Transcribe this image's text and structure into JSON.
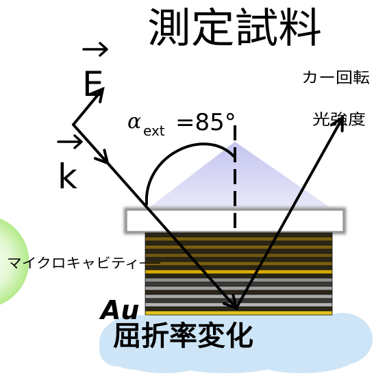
{
  "title": "測定試料",
  "kerr_label": {
    "line1": "カー回転",
    "line2": "光強度"
  },
  "vectors": {
    "e": "E",
    "k": "k"
  },
  "angle": {
    "symbol": "α",
    "subscript": "ext",
    "value": "=85°"
  },
  "microcavity_label": "マイクロキャビティ",
  "au_label": "Au",
  "refractive_label": "屈折率変化",
  "colors": {
    "prism_top": "#c4c4f0",
    "prism_bottom": "#e8e8f9",
    "cloud": "#cde5f6",
    "green_edge": "#b3ea88",
    "green_mid": "#e4f8d4",
    "slide_border": "#9c9c9c",
    "stack_layers": [
      "#2b2716",
      "#7b5f10",
      "#2b2716",
      "#7b5f10",
      "#2b2716",
      "#6e5612",
      "#2b2716",
      "#7b5f10",
      "#2b2716",
      "#d6aa00",
      "#2b2716",
      "#8f8f8f",
      "#3a3a36",
      "#a0a0a0",
      "#2b2716",
      "#a8a8a8",
      "#3a3a36",
      "#b4b4b4",
      "#2b2716",
      "#e2c21e"
    ]
  }
}
